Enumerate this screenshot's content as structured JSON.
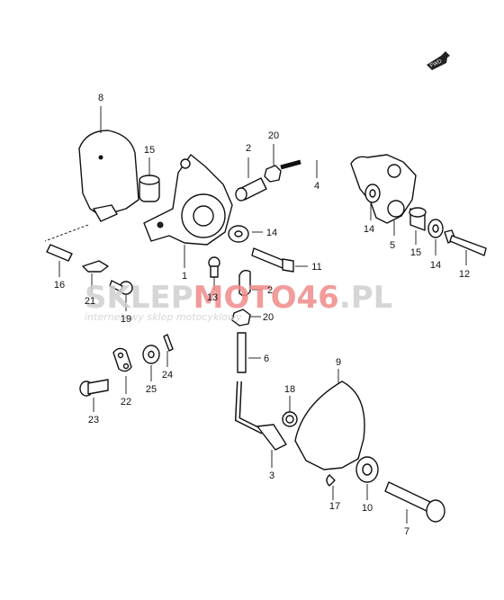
{
  "watermark": {
    "text_part1": "SKLEP",
    "text_part2": "MOTO46",
    "text_part3": ".PL",
    "subtitle": "internetowy sklep motocyklowy",
    "color_light": "#cfcfcf",
    "color_accent": "#f08a8a"
  },
  "front_marker": {
    "label": "FWD",
    "icon": "front-arrow-icon"
  },
  "callouts": [
    {
      "id": "8",
      "label": "8"
    },
    {
      "id": "15a",
      "label": "15"
    },
    {
      "id": "2a",
      "label": "2"
    },
    {
      "id": "20a",
      "label": "20"
    },
    {
      "id": "4",
      "label": "4"
    },
    {
      "id": "14a",
      "label": "14"
    },
    {
      "id": "5",
      "label": "5"
    },
    {
      "id": "15b",
      "label": "15"
    },
    {
      "id": "14b",
      "label": "14"
    },
    {
      "id": "12",
      "label": "12"
    },
    {
      "id": "16",
      "label": "16"
    },
    {
      "id": "21",
      "label": "21"
    },
    {
      "id": "1",
      "label": "1"
    },
    {
      "id": "14c",
      "label": "14"
    },
    {
      "id": "11",
      "label": "11"
    },
    {
      "id": "13",
      "label": "13"
    },
    {
      "id": "2b",
      "label": "2"
    },
    {
      "id": "19",
      "label": "19"
    },
    {
      "id": "20b",
      "label": "20"
    },
    {
      "id": "6",
      "label": "6"
    },
    {
      "id": "24",
      "label": "24"
    },
    {
      "id": "9",
      "label": "9"
    },
    {
      "id": "22",
      "label": "22"
    },
    {
      "id": "25",
      "label": "25"
    },
    {
      "id": "18",
      "label": "18"
    },
    {
      "id": "23",
      "label": "23"
    },
    {
      "id": "3",
      "label": "3"
    },
    {
      "id": "17",
      "label": "17"
    },
    {
      "id": "10",
      "label": "10"
    },
    {
      "id": "7",
      "label": "7"
    }
  ]
}
